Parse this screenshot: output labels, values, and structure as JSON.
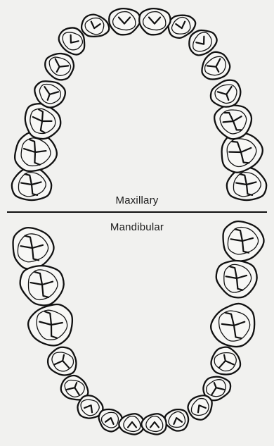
{
  "labels": {
    "upper": "Maxillary",
    "lower": "Mandibular"
  },
  "arches": [
    "maxillary",
    "mandibular"
  ]
}
